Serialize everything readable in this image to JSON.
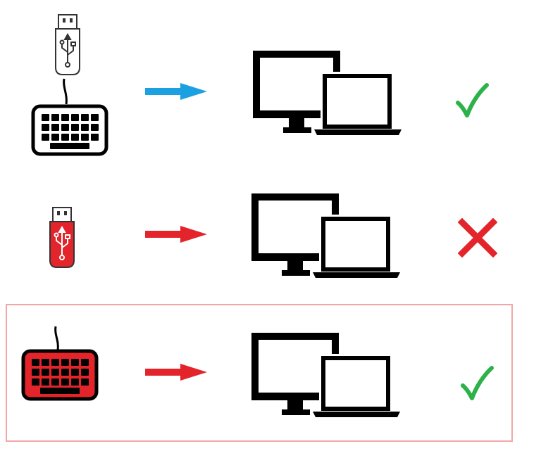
{
  "colors": {
    "ok_arrow": "#1ba1e2",
    "blocked_arrow": "#e3252b",
    "device_red": "#e3252b",
    "check": "#2db24a",
    "cross": "#e3252b",
    "highlight_border": "#f2a7a7",
    "outline": "#000000"
  },
  "rows": [
    {
      "devices": [
        "usb-drive-icon",
        "keyboard-icon"
      ],
      "device_color": "white",
      "arrow_color": "#1ba1e2",
      "target": "computer-and-laptop-icon",
      "result": "check-icon"
    },
    {
      "devices": [
        "usb-drive-icon"
      ],
      "device_color": "red",
      "arrow_color": "#e3252b",
      "target": "computer-and-laptop-icon",
      "result": "cross-icon"
    },
    {
      "devices": [
        "keyboard-icon"
      ],
      "device_color": "red",
      "arrow_color": "#e3252b",
      "target": "computer-and-laptop-icon",
      "result": "check-icon",
      "highlighted": true
    }
  ]
}
